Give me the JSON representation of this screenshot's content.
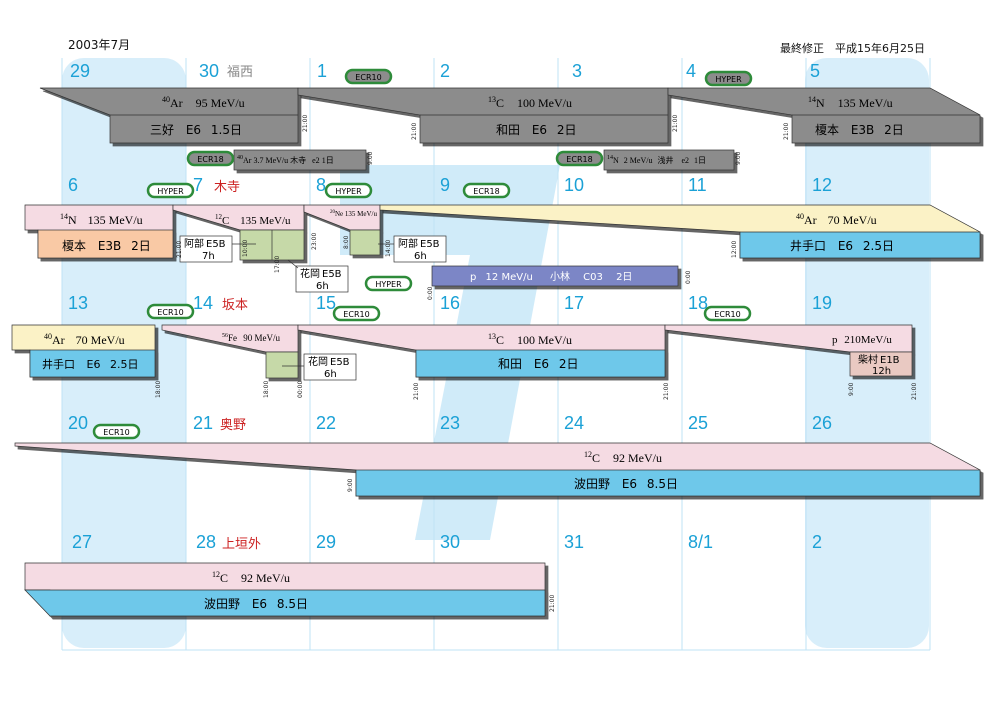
{
  "header": {
    "title": "2003年7月",
    "last_modified": "最終修正　平成15年6月25日"
  },
  "colors": {
    "day_number": "#1ba1d6",
    "operator_name": "#cc2222",
    "sunday_shade": "#d8eefa",
    "gray": "#8c8c8c",
    "pink": "#f5dbe3",
    "blue": "#6ec8ea",
    "cream": "#fbf2c6",
    "peach": "#f9c9a5",
    "green_box": "#c6d9a8",
    "purple": "#7b86c6",
    "tan": "#e9c9c2",
    "badge_border": "#2e8b3a"
  },
  "weeks": [
    {
      "days": [
        "29",
        "30",
        "1",
        "2",
        "3",
        "4",
        "5"
      ],
      "operator": "福西"
    },
    {
      "days": [
        "6",
        "7",
        "8",
        "9",
        "10",
        "11",
        "12"
      ],
      "operator": "木寺"
    },
    {
      "days": [
        "13",
        "14",
        "15",
        "16",
        "17",
        "18",
        "19"
      ],
      "operator": "坂本"
    },
    {
      "days": [
        "20",
        "21",
        "22",
        "23",
        "24",
        "25",
        "26"
      ],
      "operator": "奥野"
    },
    {
      "days": [
        "27",
        "28",
        "29",
        "30",
        "31",
        "8/1",
        "2"
      ],
      "operator": "上垣外"
    }
  ],
  "badges": {
    "ecr10": "ECR10",
    "ecr18": "ECR18",
    "hyper": "HYPER"
  },
  "beams": {
    "w1_ar": {
      "mass": "40",
      "beam": "Ar",
      "energy": "95 MeV/u",
      "user": "三好",
      "course": "E6",
      "duration": "1.5日"
    },
    "w1_c": {
      "mass": "13",
      "beam": "C",
      "energy": "100 MeV/u",
      "user": "和田",
      "course": "E6",
      "duration": "2日"
    },
    "w1_n": {
      "mass": "14",
      "beam": "N",
      "energy": "135 MeV/u",
      "user": "榎本",
      "course": "E3B",
      "duration": "2日"
    },
    "w1_ar_small": {
      "mass": "40",
      "beam": "Ar",
      "energy": "3.7 MeV/u",
      "user": "木寺",
      "course": "e2",
      "duration": "1日"
    },
    "w1_n_small": {
      "mass": "14",
      "beam": "N",
      "energy": "2 MeV/u",
      "user": "浅井",
      "course": "e2",
      "duration": "1日"
    },
    "w2_n": {
      "mass": "14",
      "beam": "N",
      "energy": "135 MeV/u",
      "user": "榎本",
      "course": "E3B",
      "duration": "2日"
    },
    "w2_c": {
      "mass": "12",
      "beam": "C",
      "energy": "135 MeV/u"
    },
    "w2_ne": {
      "mass": "20",
      "beam": "Ne",
      "energy": "135 MeV/u"
    },
    "w2_ar": {
      "mass": "40",
      "beam": "Ar",
      "energy": "70 MeV/u",
      "user": "井手口",
      "course": "E6",
      "duration": "2.5日"
    },
    "w2_abe1": {
      "user": "阿部",
      "course": "E5B",
      "hours": "7h"
    },
    "w2_abe2": {
      "user": "阿部",
      "course": "E5B",
      "hours": "6h"
    },
    "w2_hanaoka": {
      "user": "花岡",
      "course": "E5B",
      "hours": "6h"
    },
    "w2_p": {
      "beam": "p",
      "energy": "12 MeV/u",
      "user": "小林",
      "course": "C03",
      "duration": "2日"
    },
    "w3_ar": {
      "mass": "40",
      "beam": "Ar",
      "energy": "70 MeV/u",
      "user": "井手口",
      "course": "E6",
      "duration": "2.5日"
    },
    "w3_fe": {
      "mass": "56",
      "beam": "Fe",
      "energy": "90 MeV/u"
    },
    "w3_hanaoka": {
      "user": "花岡",
      "course": "E5B",
      "hours": "6h"
    },
    "w3_c": {
      "mass": "13",
      "beam": "C",
      "energy": "100 MeV/u",
      "user": "和田",
      "course": "E6",
      "duration": "2日"
    },
    "w3_p": {
      "beam": "p",
      "energy": "210MeV/u",
      "user": "柴村",
      "course": "E1B",
      "hours": "12h"
    },
    "w4_c": {
      "mass": "12",
      "beam": "C",
      "energy": "92 MeV/u",
      "user": "波田野",
      "course": "E6",
      "duration": "8.5日"
    },
    "w5_c": {
      "mass": "12",
      "beam": "C",
      "energy": "92 MeV/u",
      "user": "波田野",
      "course": "E6",
      "duration": "8.5日"
    }
  },
  "times": {
    "w1": [
      "21:00",
      "21:00",
      "21:00",
      "21:00",
      "9:00",
      "9:00"
    ],
    "w2": [
      "21:00",
      "10:00",
      "17:00",
      "23:00",
      "8:00",
      "14:00",
      "0:00",
      "12:00",
      "0:00"
    ],
    "w3": [
      "18:00",
      "18:00",
      "00:00",
      "21:00",
      "21:00",
      "9:00",
      "21:00"
    ],
    "w4": [
      "9:00"
    ],
    "w5": [
      "21:00"
    ]
  }
}
